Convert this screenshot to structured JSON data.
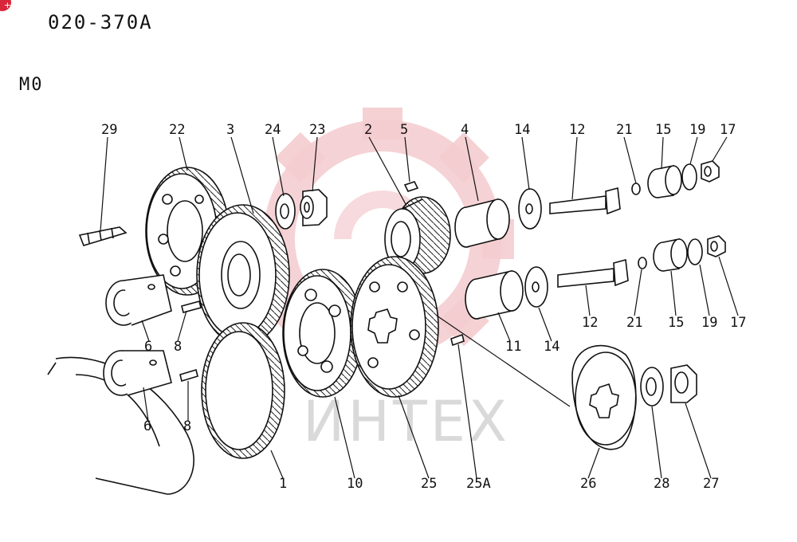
{
  "header": {
    "diagram_code": "020-370A",
    "model": "M0"
  },
  "watermark": {
    "text": "ИНТЕХ",
    "color": "#f2c9cd"
  },
  "corner_badge": {
    "glyph": "+",
    "color": "#d8263a"
  },
  "parts": [
    {
      "id": "29",
      "label": "29"
    },
    {
      "id": "22",
      "label": "22"
    },
    {
      "id": "3",
      "label": "3"
    },
    {
      "id": "24",
      "label": "24"
    },
    {
      "id": "23",
      "label": "23"
    },
    {
      "id": "2",
      "label": "2"
    },
    {
      "id": "5",
      "label": "5"
    },
    {
      "id": "4",
      "label": "4"
    },
    {
      "id": "14a",
      "label": "14"
    },
    {
      "id": "12a",
      "label": "12"
    },
    {
      "id": "21a",
      "label": "21"
    },
    {
      "id": "15a",
      "label": "15"
    },
    {
      "id": "19a",
      "label": "19"
    },
    {
      "id": "17a",
      "label": "17"
    },
    {
      "id": "6a",
      "label": "6"
    },
    {
      "id": "8a",
      "label": "8"
    },
    {
      "id": "6b",
      "label": "6"
    },
    {
      "id": "8b",
      "label": "8"
    },
    {
      "id": "11",
      "label": "11"
    },
    {
      "id": "14b",
      "label": "14"
    },
    {
      "id": "12b",
      "label": "12"
    },
    {
      "id": "21b",
      "label": "21"
    },
    {
      "id": "15b",
      "label": "15"
    },
    {
      "id": "19b",
      "label": "19"
    },
    {
      "id": "17b",
      "label": "17"
    },
    {
      "id": "1",
      "label": "1"
    },
    {
      "id": "10",
      "label": "10"
    },
    {
      "id": "25",
      "label": "25"
    },
    {
      "id": "25A",
      "label": "25A"
    },
    {
      "id": "26",
      "label": "26"
    },
    {
      "id": "28",
      "label": "28"
    },
    {
      "id": "27",
      "label": "27"
    }
  ]
}
